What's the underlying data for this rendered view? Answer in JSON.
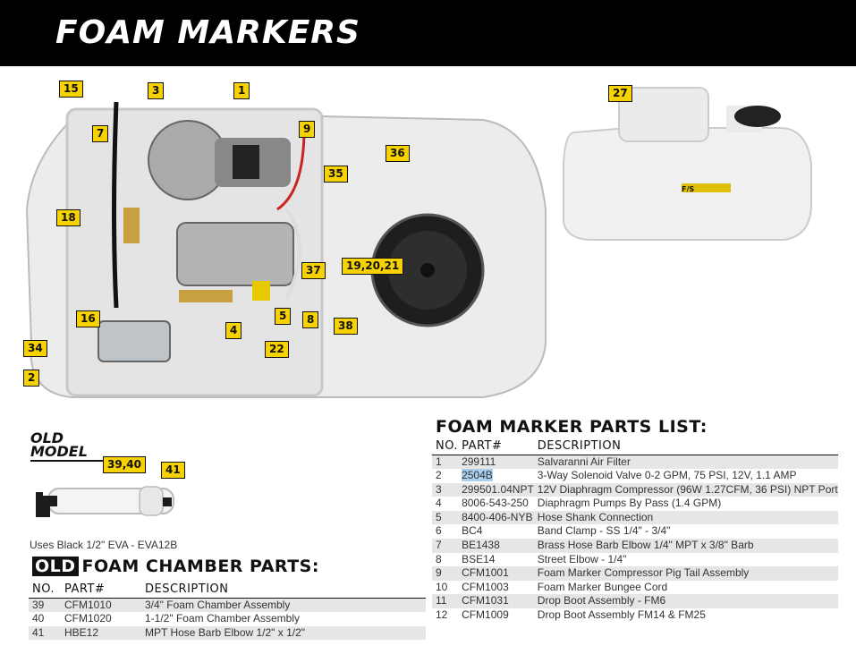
{
  "page": {
    "title": "FOAM MARKERS"
  },
  "main_tags": [
    "15",
    "3",
    "1",
    "7",
    "9",
    "36",
    "35",
    "18",
    "19,20,21",
    "37",
    "16",
    "5",
    "8",
    "38",
    "4",
    "22",
    "34",
    "2"
  ],
  "inset_tag": "27",
  "inset_label": "F/S",
  "old_model": {
    "label_line1": "OLD",
    "label_line2": "MODEL",
    "tags": [
      "39,40",
      "41"
    ],
    "caption": "Uses Black 1/2\" EVA - EVA12B"
  },
  "old_chamber": {
    "title_badge": "OLD",
    "title": "FOAM CHAMBER PARTS:",
    "headers": [
      "NO.",
      "PART#",
      "DESCRIPTION"
    ],
    "rows": [
      {
        "no": "39",
        "part": "CFM1010",
        "desc": "3/4\" Foam Chamber Assembly"
      },
      {
        "no": "40",
        "part": "CFM1020",
        "desc": "1-1/2\" Foam Chamber Assembly"
      },
      {
        "no": "41",
        "part": "HBE12",
        "desc": "MPT Hose Barb Elbow 1/2\" x 1/2\""
      }
    ]
  },
  "parts_list": {
    "title": "FOAM MARKER PARTS LIST:",
    "headers": [
      "NO.",
      "PART#",
      "DESCRIPTION"
    ],
    "rows": [
      {
        "no": "1",
        "part": "299111",
        "desc": "Salvaranni Air Filter"
      },
      {
        "no": "2",
        "part": "2504B",
        "desc": "3-Way Solenoid Valve 0-2 GPM, 75 PSI, 12V, 1.1 AMP"
      },
      {
        "no": "3",
        "part": "299501.04NPT",
        "desc": "12V Diaphragm Compressor (96W 1.27CFM, 36 PSI) NPT Port"
      },
      {
        "no": "4",
        "part": "8006-543-250",
        "desc": "Diaphragm Pumps By Pass (1.4 GPM)"
      },
      {
        "no": "5",
        "part": "8400-406-NYB",
        "desc": "Hose Shank Connection"
      },
      {
        "no": "6",
        "part": "BC4",
        "desc": "Band Clamp - SS 1/4\" - 3/4\""
      },
      {
        "no": "7",
        "part": "BE1438",
        "desc": "Brass Hose Barb Elbow 1/4\" MPT x 3/8\" Barb"
      },
      {
        "no": "8",
        "part": "BSE14",
        "desc": "Street Elbow - 1/4\""
      },
      {
        "no": "9",
        "part": "CFM1001",
        "desc": "Foam Marker Compressor Pig Tail Assembly"
      },
      {
        "no": "10",
        "part": "CFM1003",
        "desc": "Foam Marker Bungee Cord"
      },
      {
        "no": "11",
        "part": "CFM1031",
        "desc": "Drop Boot Assembly - FM6"
      },
      {
        "no": "12",
        "part": "CFM1009",
        "desc": "Drop Boot Assembly FM14 & FM25"
      }
    ]
  },
  "colors": {
    "header_bg": "#000000",
    "tag_fill": "#f5d200",
    "row_shade": "#e6e6e6",
    "highlight": "#aad0f0"
  }
}
